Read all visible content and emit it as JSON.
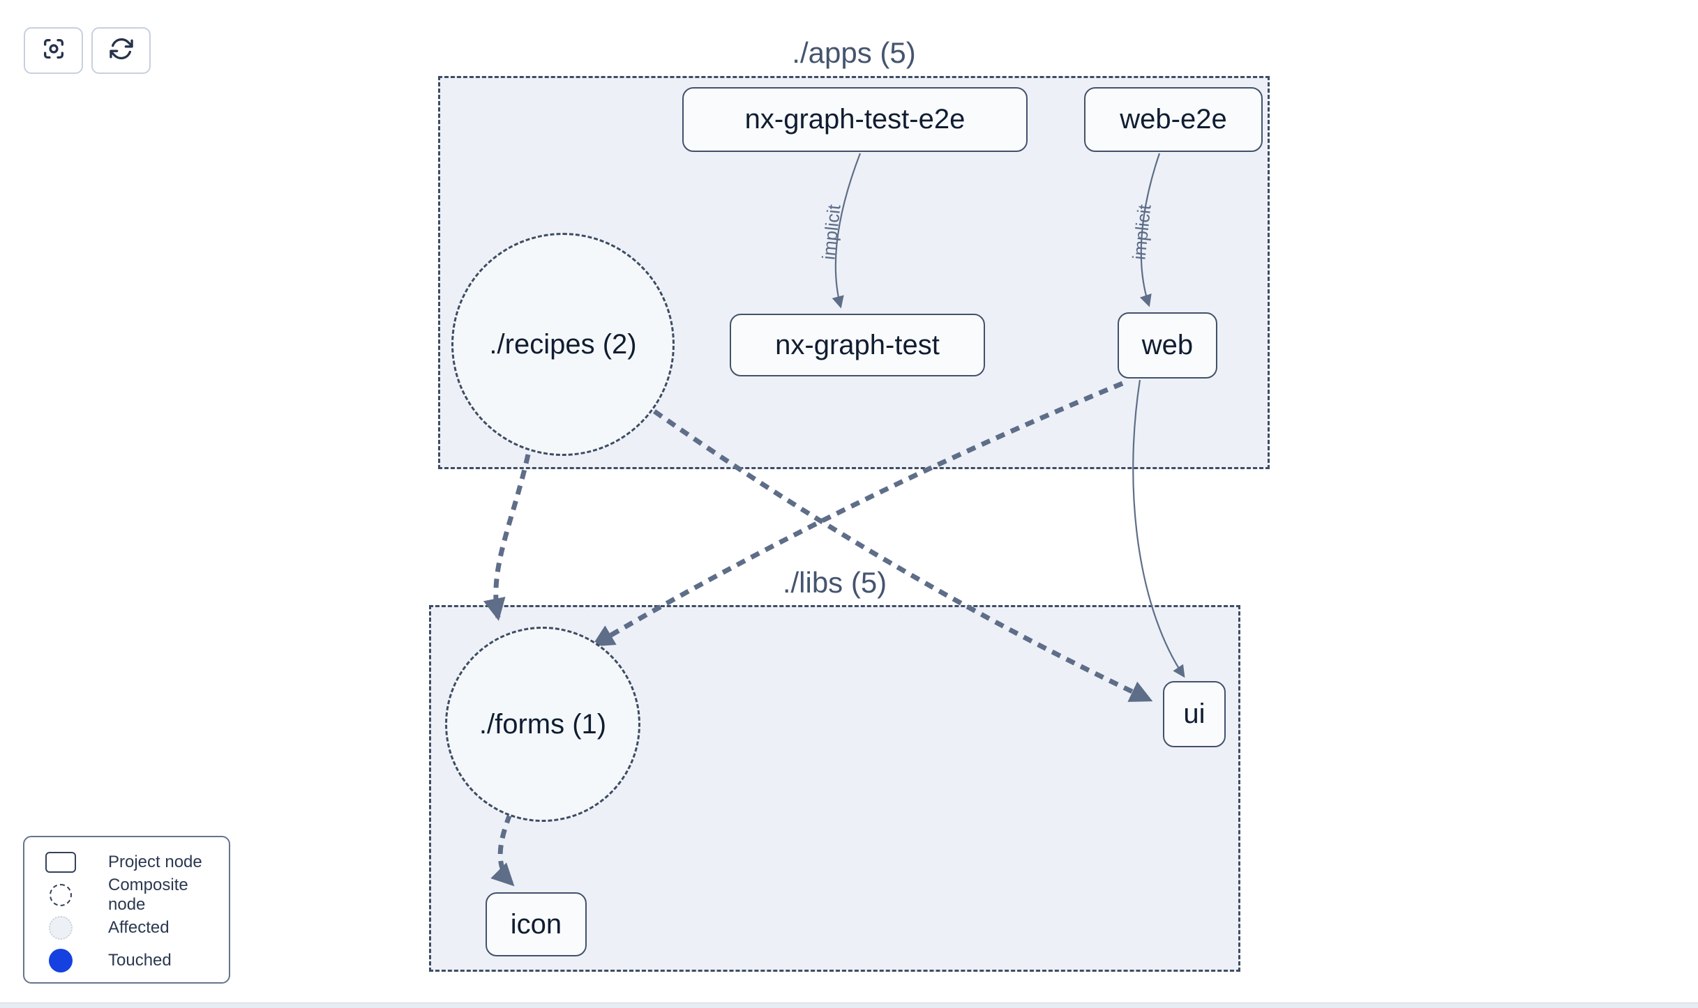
{
  "toolbar": {
    "buttons": [
      {
        "icon": "focus-icon"
      },
      {
        "icon": "refresh-icon"
      }
    ]
  },
  "graph": {
    "groups": [
      {
        "id": "apps",
        "label": "./apps (5)"
      },
      {
        "id": "libs",
        "label": "./libs (5)"
      }
    ],
    "nodes": [
      {
        "id": "nx-graph-test-e2e",
        "label": "nx-graph-test-e2e",
        "type": "project",
        "group": "./apps (5)"
      },
      {
        "id": "web-e2e",
        "label": "web-e2e",
        "type": "project",
        "group": "./apps (5)"
      },
      {
        "id": "recipes",
        "label": "./recipes (2)",
        "type": "composite",
        "group": "./apps (5)"
      },
      {
        "id": "nx-graph-test",
        "label": "nx-graph-test",
        "type": "project",
        "group": "./apps (5)"
      },
      {
        "id": "web",
        "label": "web",
        "type": "project",
        "group": "./apps (5)"
      },
      {
        "id": "forms",
        "label": "./forms (1)",
        "type": "composite",
        "group": "./libs (5)"
      },
      {
        "id": "ui",
        "label": "ui",
        "type": "project",
        "group": "./libs (5)"
      },
      {
        "id": "icon",
        "label": "icon",
        "type": "project",
        "group": "./libs (5)"
      }
    ],
    "edges": [
      {
        "from": "nx-graph-test-e2e",
        "to": "nx-graph-test",
        "label": "implicit",
        "style": "solid-thin"
      },
      {
        "from": "web-e2e",
        "to": "web",
        "label": "implicit",
        "style": "solid-thin"
      },
      {
        "from": "web",
        "to": "ui",
        "label": "",
        "style": "solid-thin"
      },
      {
        "from": "recipes",
        "to": "forms",
        "label": "",
        "style": "dashed-thick"
      },
      {
        "from": "recipes",
        "to": "ui",
        "label": "",
        "style": "dashed-thick"
      },
      {
        "from": "web",
        "to": "forms",
        "label": "",
        "style": "dashed-thick"
      },
      {
        "from": "forms",
        "to": "icon",
        "label": "",
        "style": "dashed-thick"
      }
    ]
  },
  "legend": {
    "items": [
      {
        "swatch": "project-rect",
        "label": "Project node"
      },
      {
        "swatch": "composite-circle",
        "label": "Composite node"
      },
      {
        "swatch": "affected-circle",
        "label": "Affected"
      },
      {
        "swatch": "touched-circle",
        "label": "Touched"
      }
    ]
  },
  "colors": {
    "touched_blue": "#1441e0",
    "group_fill": "#edf1f7",
    "edge": "#5e6d88",
    "node_border": "#42516b",
    "affected_fill": "#edf1f6"
  }
}
